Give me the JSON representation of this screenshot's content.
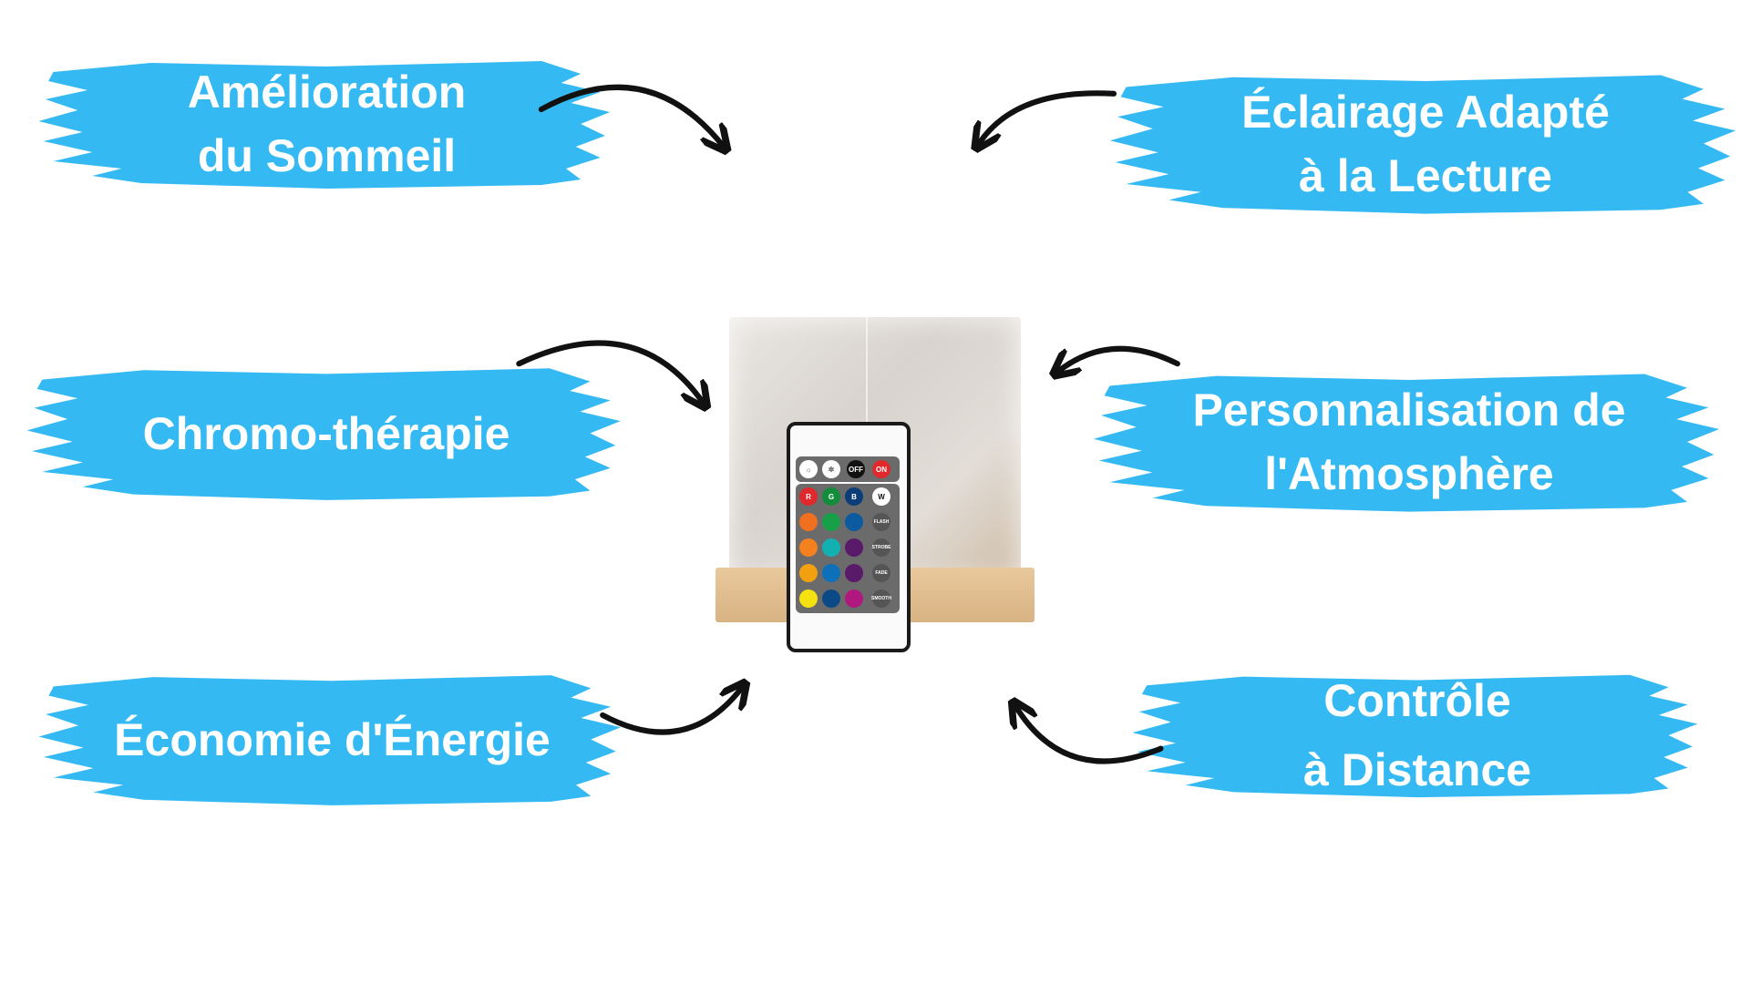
{
  "colors": {
    "banner": "#35b9f2",
    "text": "#ffffff",
    "arrow": "#111111"
  },
  "benefits": [
    {
      "label": "Amélioration\ndu Sommeil"
    },
    {
      "label": "Éclairage Adapté\nà la Lecture"
    },
    {
      "label": "Chromo-thérapie"
    },
    {
      "label": "Personnalisation de\nl'Atmosphère"
    },
    {
      "label": "Économie d'Énergie"
    },
    {
      "label": "Contrôle\nà Distance"
    }
  ],
  "remote": {
    "off": "OFF",
    "on": "ON",
    "r": "R",
    "g": "G",
    "b": "B",
    "w": "W",
    "flash": "FLASH",
    "strobe": "STROBE",
    "fade": "FADE",
    "smooth": "SMOOTH"
  }
}
